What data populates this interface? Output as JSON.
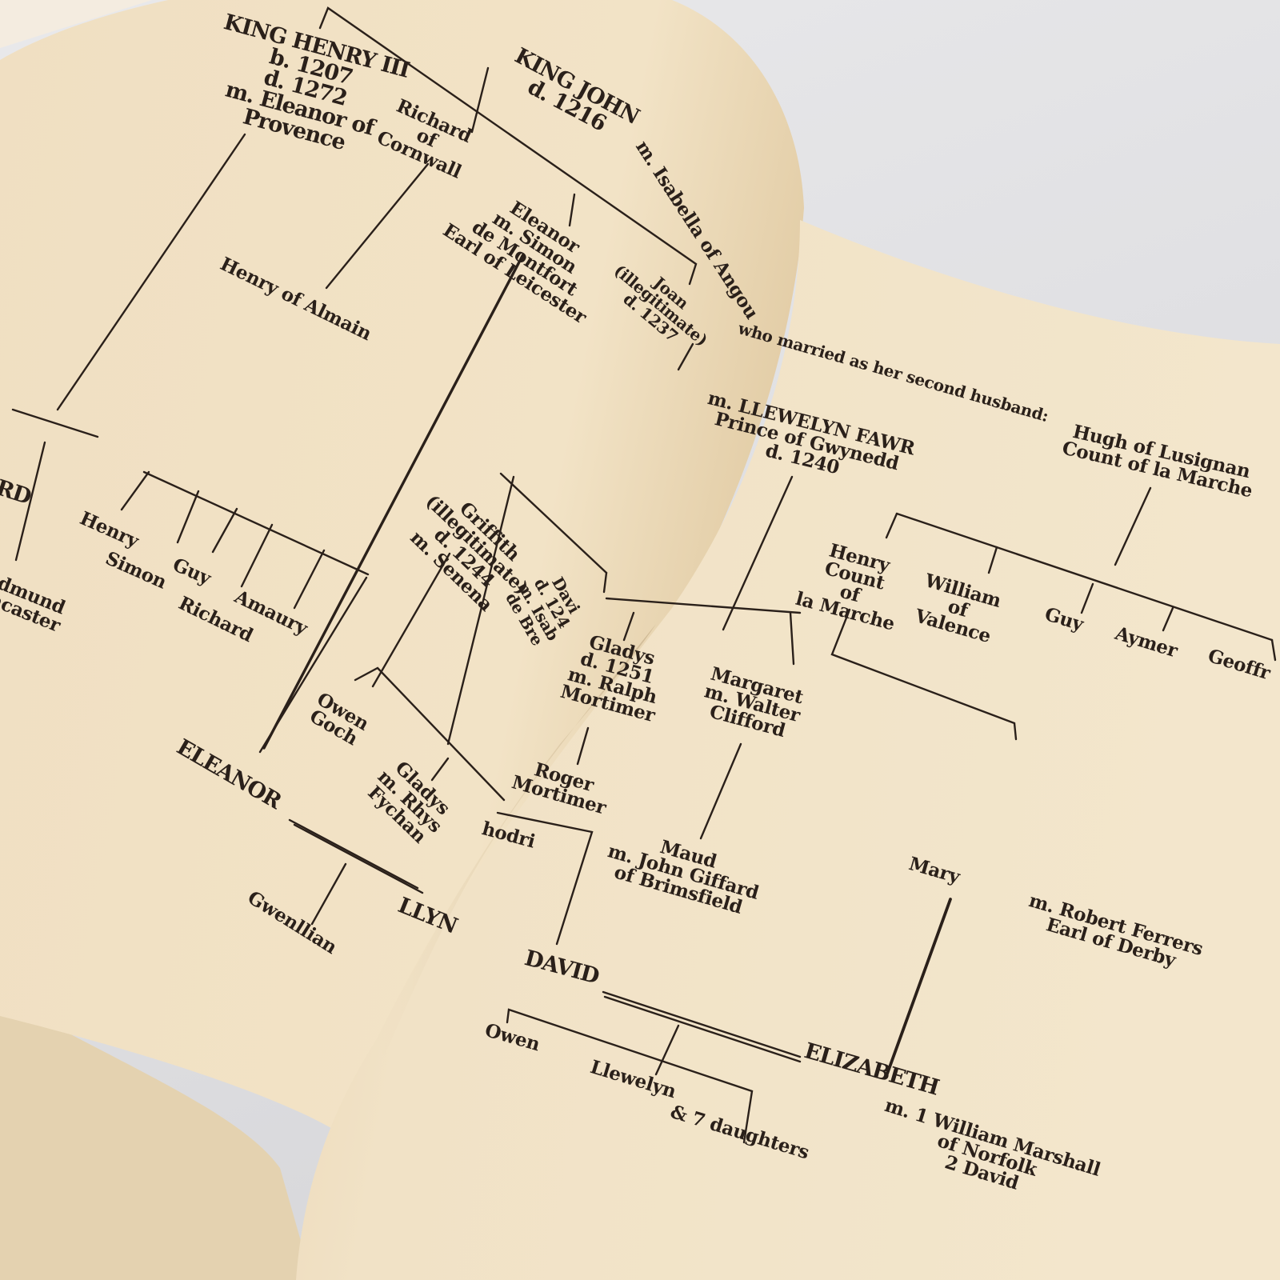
{
  "tree_left": {
    "king_henry_iii": "KING HENRY III\nb. 1207\nd. 1272\nm. Eleanor of\nProvence",
    "king_john": "KING JOHN\nd. 1216",
    "isabella": "m. Isabella of Angou",
    "richard_of_cornwall": "Richard\nof\nCornwall",
    "eleanor_montfort": "Eleanor\nm. Simon\nde Montfort\nEarl of Leicester",
    "joan": "Joan\n(illegitimate)\nd. 1237",
    "henry_of_almain": "Henry of Almain",
    "rd_fragment": "RD",
    "edmund_fragment": "dmund\nncaster",
    "henry": "Henry",
    "simon": "Simon",
    "guy": "Guy",
    "richard": "Richard",
    "amaury": "Amaury",
    "griffith": "Griffith\n(illegitimate)\nd. 1244\nm. Senena",
    "david_fragment": "Davi\nd. 124\nm. Isab\nde Bre",
    "owen_goch": "Owen\nGoch",
    "gladys_rhys": "Gladys\nm. Rhys\nFychan",
    "eleanor_caps": "ELEANOR",
    "gwenllian": "Gwenllian",
    "llyn_fragment": "LLYN"
  },
  "tree_right": {
    "second_husband_note": "who married as her second husband:",
    "llewelyn_fawr": "m. LLEWELYN FAWR\nPrince of Gwynedd\nd. 1240",
    "hugh_lusignan": "Hugh of Lusignan\nCount of la Marche",
    "henry_count": "Henry\nCount\nof\nla Marche",
    "william_valence": "William\nof\nValence",
    "guy": "Guy",
    "aymer": "Aymer",
    "geoffr_fragment": "Geoffr",
    "gladys_mortimer": "Gladys\nd. 1251\nm. Ralph\nMortimer",
    "margaret_clifford": "Margaret\nm. Walter\nClifford",
    "roger_mortimer": "Roger\nMortimer",
    "maud": "Maud\nm. John Giffard\nof Brimsfield",
    "rhodri_fragment": "hodri",
    "mary": "Mary",
    "robert_ferrers": "m. Robert Ferrers\nEarl of Derby",
    "david": "DAVID",
    "elizabeth": "ELIZABETH",
    "owen": "Owen",
    "llewelyn": "Llewelyn",
    "daughters": "& 7 daughters",
    "elizabeth_marriages": "m. 1 William Marshall\nof Norfolk\n2 David"
  }
}
